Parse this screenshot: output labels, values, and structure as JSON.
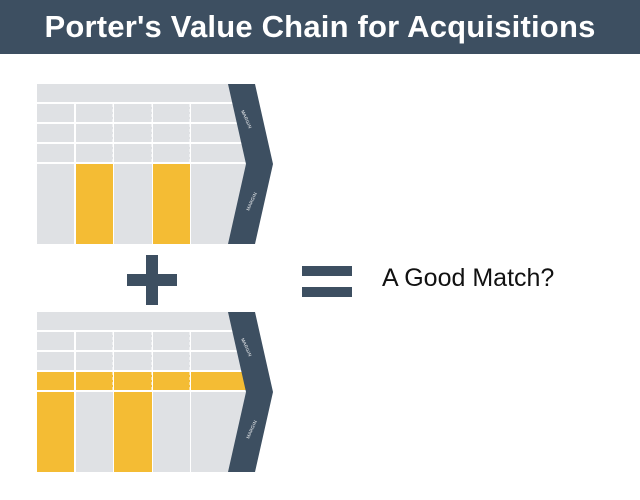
{
  "header": {
    "title": "Porter's Value Chain for Acquisitions"
  },
  "chains": [
    {
      "margin_labels": [
        "MARGIN",
        "MARGIN"
      ],
      "highlighted_support_rows": [],
      "highlighted_primary_columns": [
        2,
        4
      ]
    },
    {
      "margin_labels": [
        "MARGIN",
        "MARGIN"
      ],
      "highlighted_support_rows": [
        3
      ],
      "highlighted_primary_columns": [
        1,
        3
      ]
    }
  ],
  "operators": {
    "plus": "plus-symbol",
    "equals": "equals-symbol"
  },
  "result": {
    "text": "A Good Match?"
  },
  "colors": {
    "header_bg": "#3d4f61",
    "arrow_fill": "#3d4f61",
    "block_fill": "#dfe1e4",
    "highlight": "#f4bc34",
    "symbol": "#3d4f61"
  }
}
